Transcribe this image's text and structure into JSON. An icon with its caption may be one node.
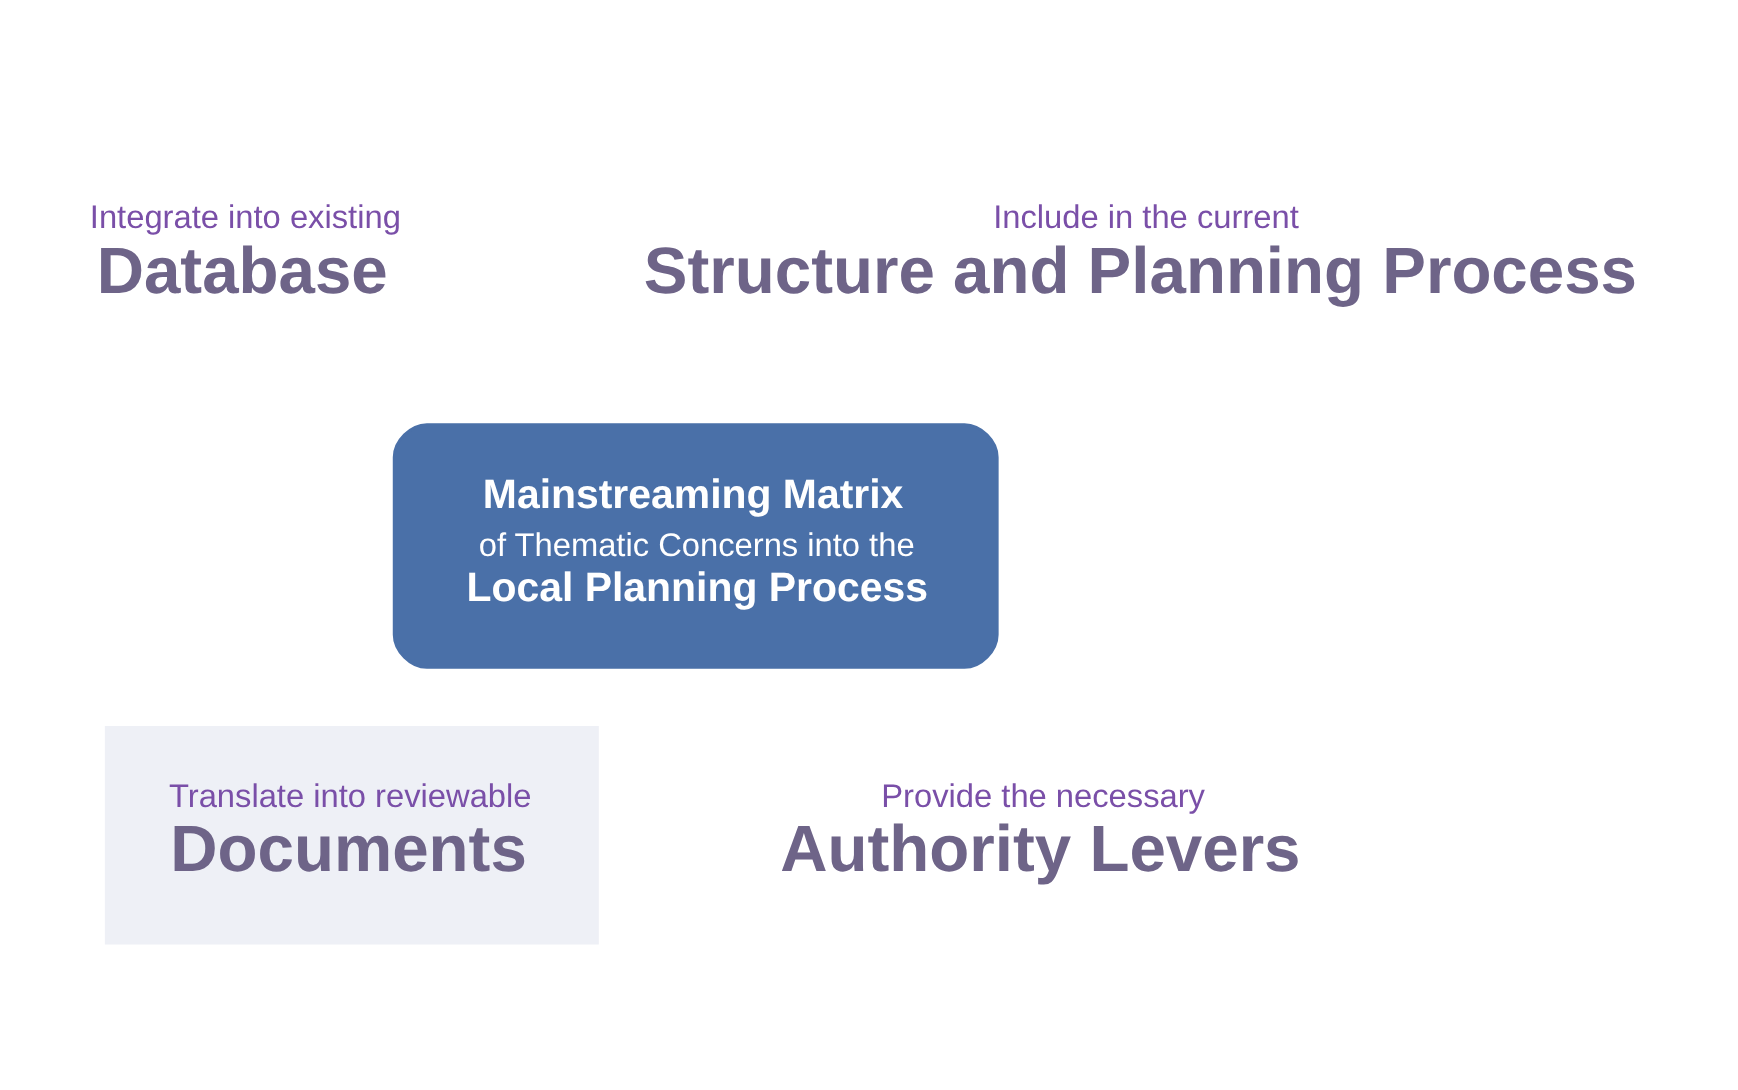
{
  "diagram": {
    "nodes": [
      {
        "text": [
          "Integrate into existing",
          "Database"
        ]
      },
      {
        "text": [
          "Include in the current",
          "Structure and Planning Process"
        ]
      },
      {
        "text": [
          "Mainstreaming Matrix",
          "of Thematic Concerns into the",
          "Local Planning Process"
        ]
      },
      {
        "text": [
          "Translate into reviewable",
          "Documents"
        ]
      },
      {
        "text": [
          "Provide the necessary",
          "Authority Levers"
        ]
      }
    ]
  }
}
